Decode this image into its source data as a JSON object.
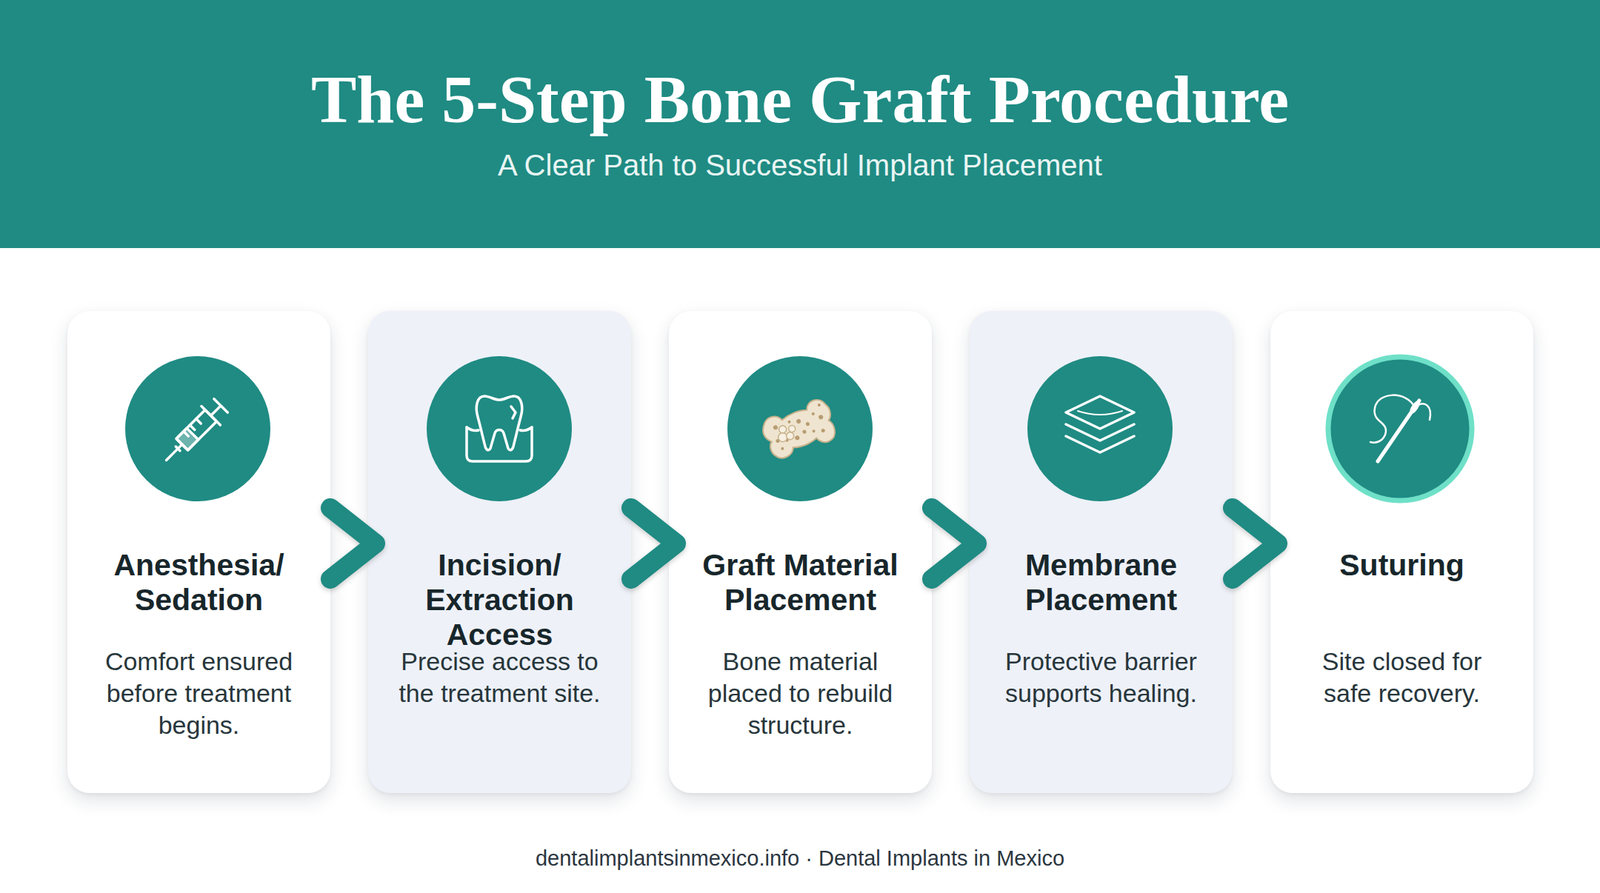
{
  "diagram": {
    "title": "The 5-Step Bone Graft Procedure",
    "nodes": [
      {
        "text": [
          "Anesthesia/ Sedation",
          "Comfort ensured before treatment begins."
        ]
      },
      {
        "text": [
          "Incision/ Extraction Access",
          "Precise access to the treatment site."
        ]
      },
      {
        "text": [
          "Graft Material Placement",
          "Bone material placed to rebuild structure."
        ]
      },
      {
        "text": [
          "Membrane Placement",
          "Protective barrier supports healing."
        ]
      },
      {
        "text": [
          "Suturing",
          "Site closed for safe recovery."
        ]
      }
    ],
    "edges": [
      {
        "from": 0,
        "to": 1,
        "arrow": "to"
      },
      {
        "from": 1,
        "to": 2,
        "arrow": "to"
      },
      {
        "from": 2,
        "to": 3,
        "arrow": "to"
      },
      {
        "from": 3,
        "to": 4,
        "arrow": "to"
      }
    ],
    "labels": [
      "A Clear Path to Successful Implant Placement",
      "dentalimplantsinmexico.info · Dental Implants in Mexico"
    ]
  }
}
